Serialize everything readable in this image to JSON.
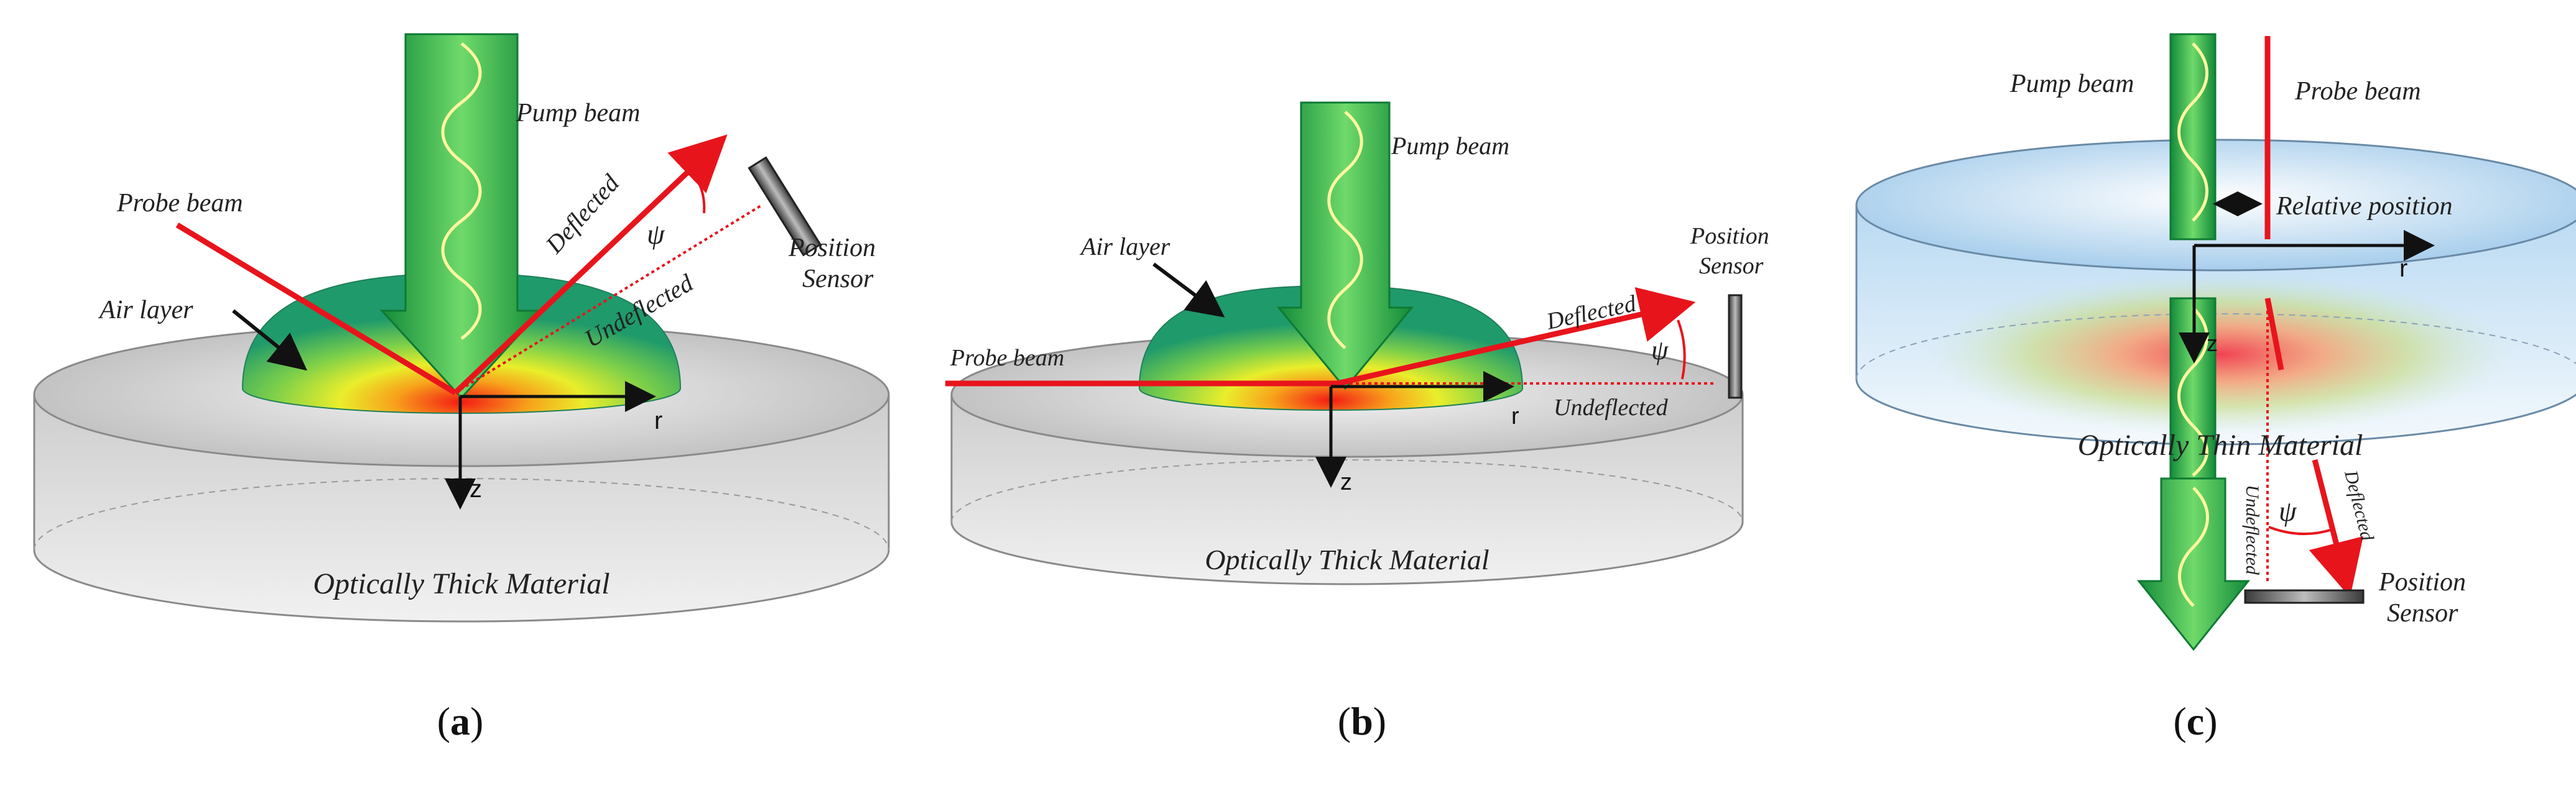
{
  "panels": {
    "a": {
      "caption_open": "(",
      "caption_letter": "a",
      "caption_close": ")",
      "pump_beam": "Pump beam",
      "probe_beam": "Probe beam",
      "air_layer": "Air layer",
      "deflected": "Deflected",
      "undeflected": "Undeflected",
      "psi": "ψ",
      "sensor_line1": "Position",
      "sensor_line2": "Sensor",
      "axis_r": "r",
      "axis_z": "z",
      "material": "Optically Thick Material"
    },
    "b": {
      "caption_open": "(",
      "caption_letter": "b",
      "caption_close": ")",
      "pump_beam": "Pump beam",
      "probe_beam": "Probe beam",
      "air_layer": "Air layer",
      "deflected": "Deflected",
      "undeflected": "Undeflected",
      "psi": "ψ",
      "sensor_line1": "Position",
      "sensor_line2": "Sensor",
      "axis_r": "r",
      "axis_z": "z",
      "material": "Optically Thick Material"
    },
    "c": {
      "caption_open": "(",
      "caption_letter": "c",
      "caption_close": ")",
      "pump_beam": "Pump beam",
      "probe_beam": "Probe beam",
      "relative_position": "Relative position",
      "deflected": "Deflected",
      "undeflected": "Undeflected",
      "psi": "ψ",
      "sensor_line1": "Position",
      "sensor_line2": "Sensor",
      "axis_r": "r",
      "axis_z": "z",
      "material": "Optically Thin Material"
    }
  },
  "colors": {
    "probe": "#e8141c",
    "pump_light": "#7fe07a",
    "pump_dark": "#0f8f3a",
    "wave": "#fff6a0",
    "disk_top": "#d9d9d9",
    "disk_side": "#c8c8c8",
    "thin_disk": "#cfe6f6",
    "sensor": "#6a6a6a"
  }
}
